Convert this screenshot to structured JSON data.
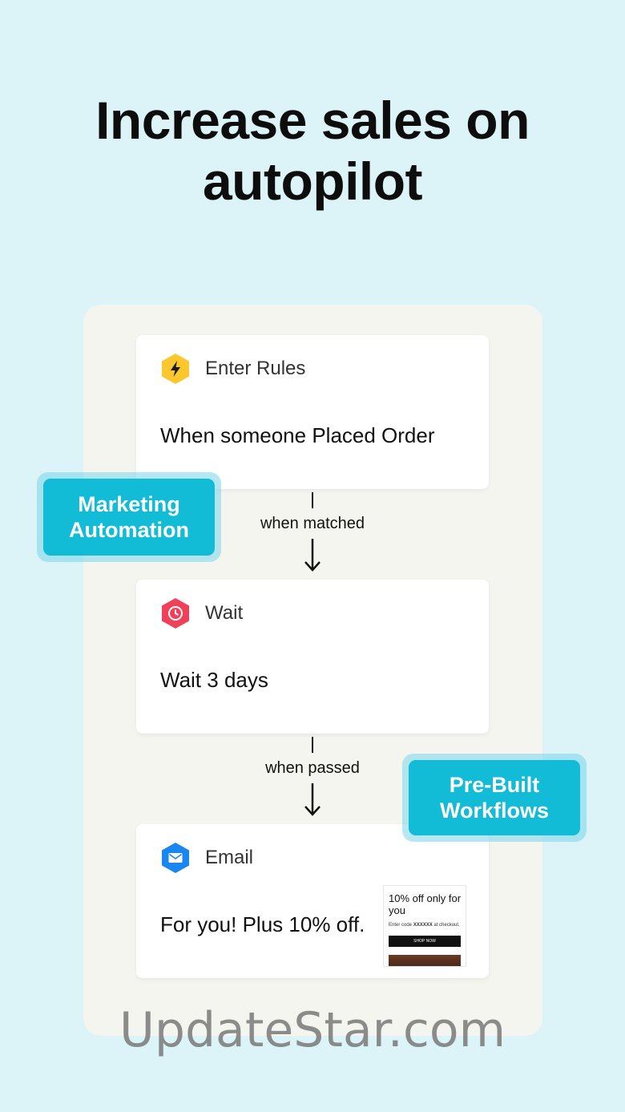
{
  "headline": {
    "line1": "Increase sales on",
    "line2": "autopilot"
  },
  "flow": {
    "steps": [
      {
        "title": "Enter Rules",
        "body": "When someone Placed Order",
        "icon": "lightning-icon",
        "color": "#fbc72d"
      },
      {
        "title": "Wait",
        "body": "Wait 3 days",
        "icon": "clock-icon",
        "color": "#f0405a"
      },
      {
        "title": "Email",
        "body": "For you! Plus 10% off.",
        "icon": "envelope-icon",
        "color": "#1a86f0"
      }
    ],
    "connectors": [
      {
        "label": "when matched"
      },
      {
        "label": "when passed"
      }
    ]
  },
  "badges": {
    "marketing": {
      "line1": "Marketing",
      "line2": "Automation"
    },
    "workflows": {
      "line1": "Pre-Built",
      "line2": "Workflows"
    }
  },
  "promo": {
    "title": "10% off only for you",
    "code_prefix": "Enter code ",
    "code": "XXXXXX",
    "code_suffix": " at checkout.",
    "button": "SHOP NOW"
  },
  "watermark": "UpdateStar.com",
  "colors": {
    "background": "#dcf3f8",
    "accent": "#12bcd6"
  }
}
